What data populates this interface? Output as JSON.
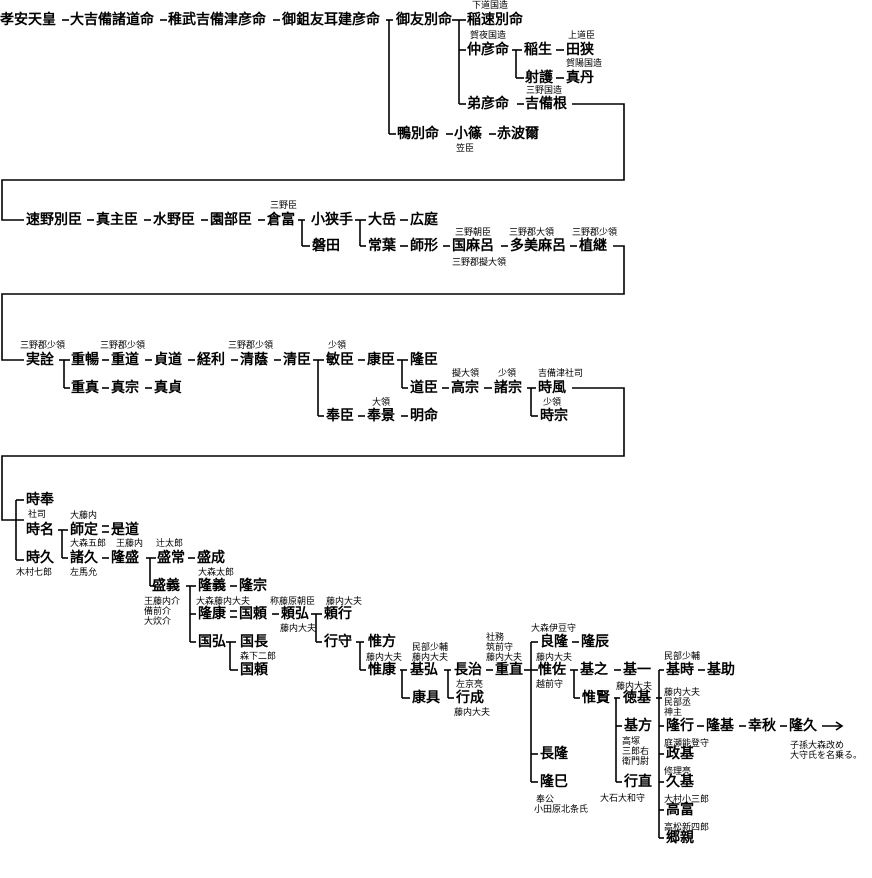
{
  "names": {
    "n1": "孝安天皇",
    "n2": "大吉備諸道命",
    "n3": "稚武吉備津彦命",
    "n4": "御鉏友耳建彦命",
    "n5": "御友別命",
    "n6": "稲速別命",
    "n7": "仲彦命",
    "n8": "稲生",
    "n9": "田狭",
    "n10": "射護",
    "n11": "真丹",
    "n12": "弟彦命",
    "n13": "吉備根",
    "n14": "鴨別命",
    "n15": "小篠",
    "n16": "赤波爾",
    "n17": "速野別臣",
    "n18": "真主臣",
    "n19": "水野臣",
    "n20": "園部臣",
    "n21": "倉富",
    "n22": "小狭手",
    "n23": "大岳",
    "n24": "広庭",
    "n25": "磐田",
    "n26": "常葉",
    "n27": "師形",
    "n28": "国麻呂",
    "n29": "多美麻呂",
    "n30": "植継",
    "n31": "実詮",
    "n32": "重暢",
    "n33": "重道",
    "n34": "貞道",
    "n35": "経利",
    "n36": "清蔭",
    "n37": "清臣",
    "n38": "敏臣",
    "n39": "康臣",
    "n40": "隆臣",
    "n41": "道臣",
    "n42": "高宗",
    "n43": "諸宗",
    "n44": "時風",
    "n45": "時宗",
    "n46": "重真",
    "n47": "真宗",
    "n48": "真貞",
    "n49": "奉臣",
    "n50": "奉景",
    "n51": "明命",
    "n52": "時奉",
    "n53": "時名",
    "n54": "師定",
    "n55": "是道",
    "n56": "時久",
    "n57": "諸久",
    "n58": "隆盛",
    "n59": "盛常",
    "n60": "盛成",
    "n61": "盛義",
    "n62": "隆義",
    "n63": "隆宗",
    "n64": "隆康",
    "n65": "国頼",
    "n66": "頼弘",
    "n67": "頼行",
    "n68": "行守",
    "n69": "惟方",
    "n70": "惟康",
    "n71": "基弘",
    "n72": "長治",
    "n73": "重直",
    "n74": "行成",
    "n75": "康具",
    "n76": "国弘",
    "n77": "国長",
    "n78": "国頼",
    "n79": "良隆",
    "n80": "隆辰",
    "n81": "惟佐",
    "n82": "基之",
    "n83": "基一",
    "n84": "惟賢",
    "n85": "徳基",
    "n86": "基時",
    "n87": "基助",
    "n88": "隆行",
    "n89": "隆基",
    "n90": "幸秋",
    "n91": "隆久",
    "n92": "基方",
    "n93": "政基",
    "n94": "行直",
    "n95": "久基",
    "n96": "高富",
    "n97": "郷親",
    "n98": "長隆",
    "n99": "隆巳"
  },
  "notes": {
    "a1": "下道国造",
    "a2": "賀夜国造",
    "a3": "上道臣",
    "a4": "賀陽国造",
    "a5": "三野国造",
    "a6": "笠臣",
    "a7": "三野臣",
    "a8": "三野朝臣",
    "a9": "三野郡大領",
    "a10": "三野郡少領",
    "a11": "三野郡擬大領",
    "a12": "三野郡少領",
    "a13": "三野郡少領",
    "a14": "三野郡少領",
    "a15": "少領",
    "a16": "擬大領",
    "a17": "少領",
    "a18": "吉備津社司",
    "a19": "少領",
    "a20": "大領",
    "a21": "社司",
    "a22": "大藤内",
    "a23": "大森五郎",
    "a24": "王藤内",
    "a25": "辻太郎",
    "a26": "木村七郎",
    "a27": "左馬允",
    "a28": "大森太郎",
    "a29": "王藤内介",
    "a30": "備前介",
    "a31": "大炊介",
    "a32": "大森藤内大夫",
    "a33": "称藤原朝臣",
    "a34": "藤内大夫",
    "a35": "藤内大夫",
    "a36": "森下二郎",
    "a37": "民部少輔",
    "a38": "藤内大夫",
    "a39": "藤内大夫",
    "a40": "社務",
    "a41": "筑前守",
    "a42": "藤内大夫",
    "a43": "左京亮",
    "a44": "藤内大夫",
    "a45": "大森伊豆守",
    "a46": "藤内大夫",
    "a47": "越前守",
    "a48": "藤内大夫",
    "a49": "民部少輔",
    "a50": "藤内大夫",
    "a51": "民部丞",
    "a52": "神主",
    "a53": "庭瀬能登守",
    "a54": "修理亮",
    "a55": "高塚",
    "a56": "三郎右",
    "a57": "衛門尉",
    "a58": "大石大和守",
    "a59": "大村小三郎",
    "a60": "高松新四郎",
    "a61": "奉公",
    "a62": "小田原北条氏",
    "a63": "子孫大森改め",
    "a64": "大守氏を名乗る。"
  }
}
